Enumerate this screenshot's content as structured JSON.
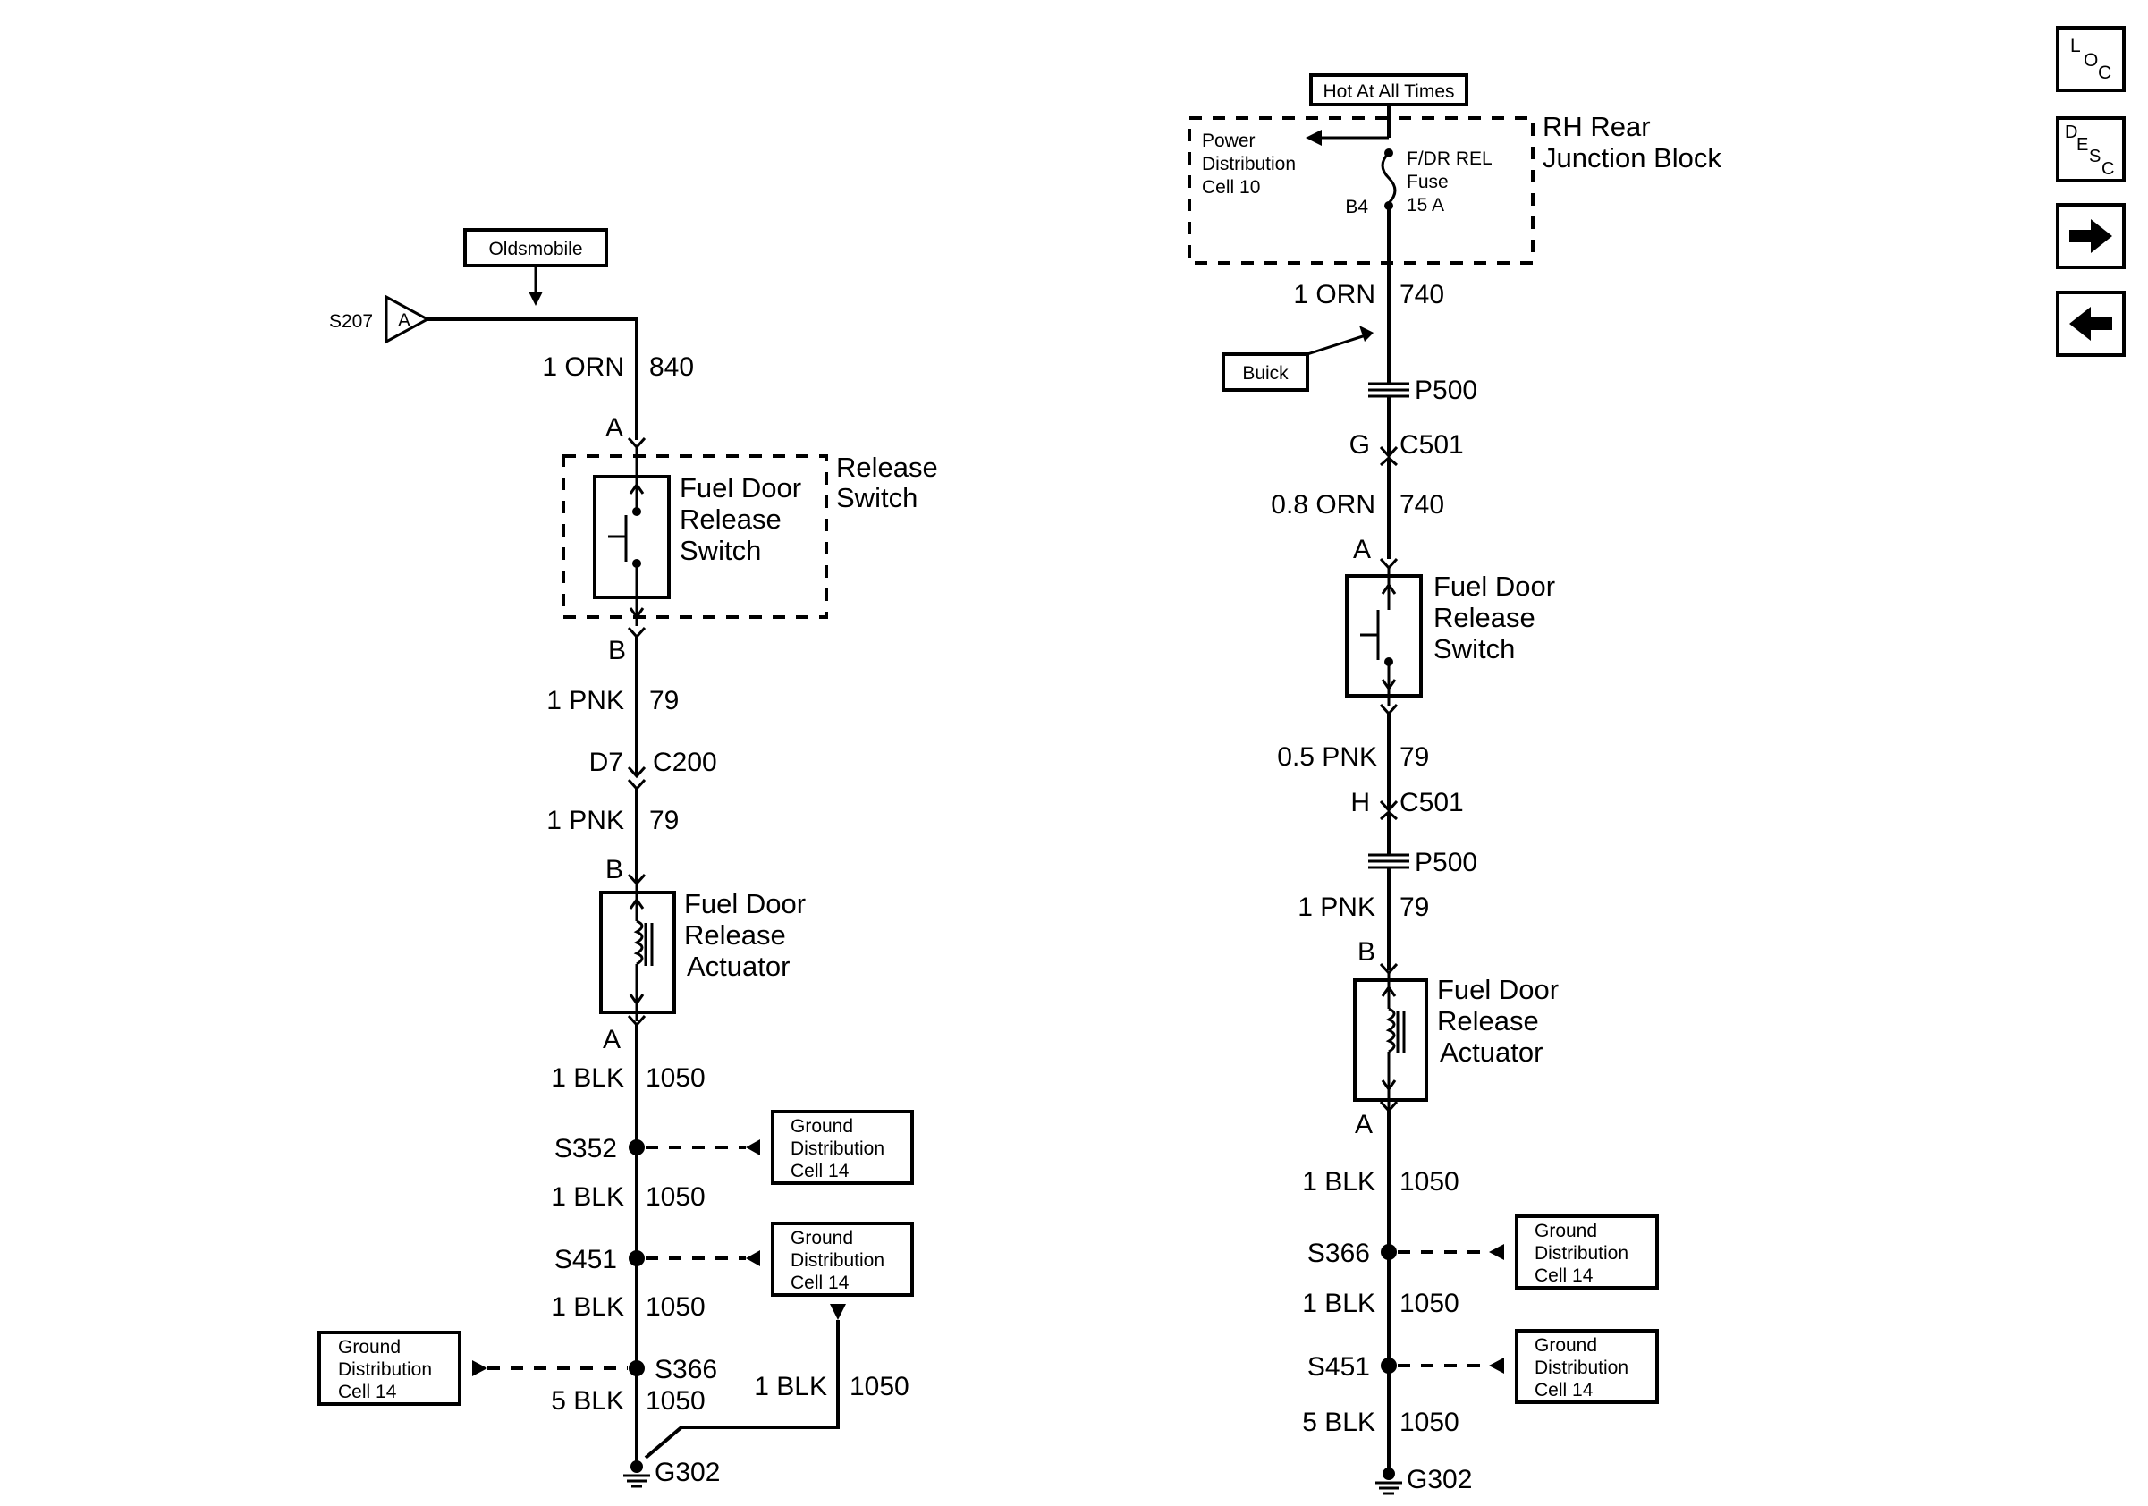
{
  "left": {
    "source_label": "Oldsmobile",
    "splice_s207": "S207",
    "splice_s207_pin": "A",
    "wire_1_gauge": "1 ORN",
    "wire_1_circuit": "840",
    "switch_pin_top": "A",
    "switch_label_line1": "Fuel Door",
    "switch_label_line2": "Release",
    "switch_label_line3": "Switch",
    "release_switch_line1": "Release",
    "release_switch_line2": "Switch",
    "switch_pin_bottom": "B",
    "wire_2_gauge": "1 PNK",
    "wire_2_circuit": "79",
    "conn_pin": "D7",
    "conn_name": "C200",
    "wire_3_gauge": "1 PNK",
    "wire_3_circuit": "79",
    "actuator_pin_top": "B",
    "actuator_line1": "Fuel Door",
    "actuator_line2": "Release",
    "actuator_line3": "Actuator",
    "actuator_pin_bottom": "A",
    "wire_4_gauge": "1 BLK",
    "wire_4_circuit": "1050",
    "splice_s352": "S352",
    "wire_5_gauge": "1 BLK",
    "wire_5_circuit": "1050",
    "splice_s451": "S451",
    "wire_6_gauge": "1 BLK",
    "wire_6_circuit": "1050",
    "splice_s366": "S366",
    "wire_7_gauge": "5 BLK",
    "wire_7_circuit": "1050",
    "branch_gauge": "1 BLK",
    "branch_circuit": "1050",
    "ground": "G302",
    "gd_line1": "Ground",
    "gd_line2": "Distribution",
    "gd_line3": "Cell 14"
  },
  "right": {
    "hot_label": "Hot At All Times",
    "pd_line1": "Power",
    "pd_line2": "Distribution",
    "pd_line3": "Cell 10",
    "fuse_line1": "F/DR REL",
    "fuse_line2": "Fuse",
    "fuse_line3": "15 A",
    "fuse_pin": "B4",
    "jb_line1": "RH Rear",
    "jb_line2": "Junction Block",
    "wire_1_gauge": "1 ORN",
    "wire_1_circuit": "740",
    "buick_label": "Buick",
    "p500_top": "P500",
    "c501_top_pin": "G",
    "c501_top": "C501",
    "wire_2_gauge": "0.8 ORN",
    "wire_2_circuit": "740",
    "switch_pin_top": "A",
    "switch_label_line1": "Fuel Door",
    "switch_label_line2": "Release",
    "switch_label_line3": "Switch",
    "wire_3_gauge": "0.5 PNK",
    "wire_3_circuit": "79",
    "c501_bot_pin": "H",
    "c501_bot": "C501",
    "p500_bot": "P500",
    "wire_4_gauge": "1 PNK",
    "wire_4_circuit": "79",
    "actuator_pin_top": "B",
    "actuator_line1": "Fuel Door",
    "actuator_line2": "Release",
    "actuator_line3": "Actuator",
    "actuator_pin_bottom": "A",
    "wire_5_gauge": "1 BLK",
    "wire_5_circuit": "1050",
    "splice_s366": "S366",
    "wire_6_gauge": "1 BLK",
    "wire_6_circuit": "1050",
    "splice_s451": "S451",
    "wire_7_gauge": "5 BLK",
    "wire_7_circuit": "1050",
    "ground": "G302",
    "gd_line1": "Ground",
    "gd_line2": "Distribution",
    "gd_line3": "Cell 14"
  },
  "nav": {
    "loc_l": "L",
    "loc_o": "O",
    "loc_c": "C",
    "desc_d": "D",
    "desc_e": "E",
    "desc_s": "S",
    "desc_c": "C",
    "next_icon": "right-arrow-icon",
    "prev_icon": "left-arrow-icon"
  }
}
